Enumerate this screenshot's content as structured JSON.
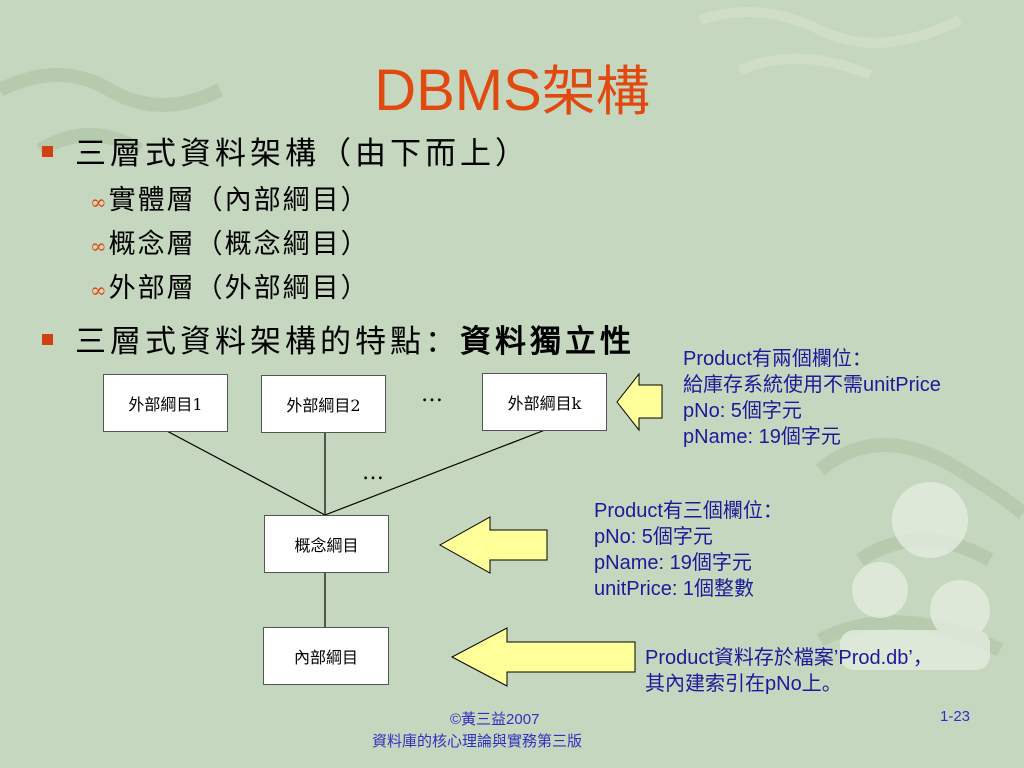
{
  "title": {
    "latin": "DBMS",
    "cjk": "架構"
  },
  "bullets": [
    "三層式資料架構（由下而上）",
    "三層式資料架構的特點："
  ],
  "bullet2_emphasis": "資料獨立性",
  "sub_items": [
    "實體層（內部綱目）",
    "概念層（概念綱目）",
    "外部層（外部綱目）"
  ],
  "sub_marker": "∞",
  "boxes": {
    "ext1": "外部綱目1",
    "ext2": "外部綱目2",
    "extk": "外部綱目k",
    "conceptual": "概念綱目",
    "internal": "內部綱目"
  },
  "ellipsis": "…",
  "notes": {
    "external": [
      "Product有兩個欄位：",
      "給庫存系統使用不需unitPrice",
      "pNo: 5個字元",
      "pName: 19個字元"
    ],
    "conceptual": [
      "Product有三個欄位：",
      "pNo: 5個字元",
      "pName: 19個字元",
      "unitPrice: 1個整數"
    ],
    "internal": [
      "Product資料存於檔案’Prod.db’，",
      "其內建索引在pNo上。"
    ]
  },
  "footer": {
    "copyright": "©黃三益2007",
    "book": "資料庫的核心理論與實務第三版",
    "page": "1-23"
  },
  "colors": {
    "title": "#e04a10",
    "note_text": "#1a1a9a",
    "arrow_fill": "#ffff99",
    "background": "#c8d8c0"
  }
}
